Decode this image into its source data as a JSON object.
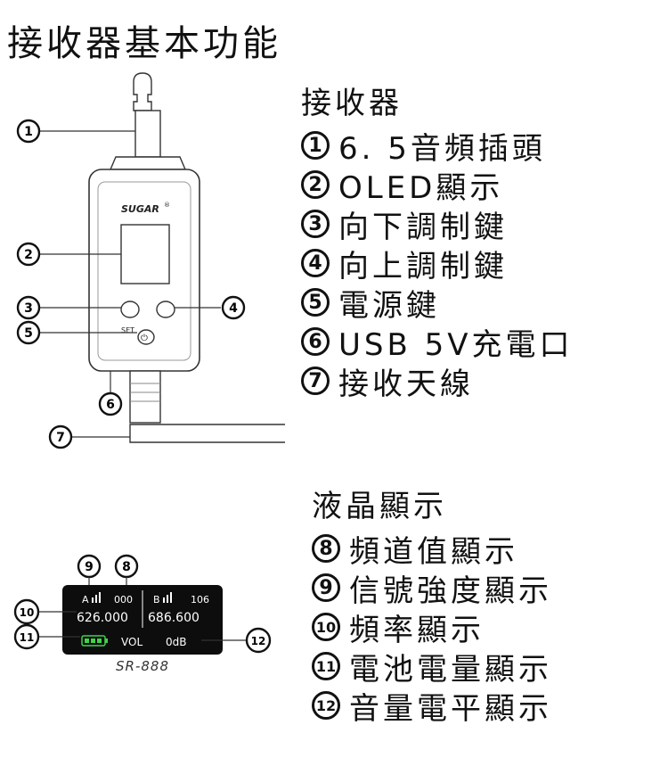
{
  "title": "接收器基本功能",
  "receiver": {
    "heading": "接收器",
    "items": [
      {
        "num": "1",
        "label": "6. 5音頻插頭"
      },
      {
        "num": "2",
        "label": "OLED顯示"
      },
      {
        "num": "3",
        "label": "向下調制鍵"
      },
      {
        "num": "4",
        "label": "向上調制鍵"
      },
      {
        "num": "5",
        "label": "電源鍵"
      },
      {
        "num": "6",
        "label": "USB 5V充電口"
      },
      {
        "num": "7",
        "label": "接收天線"
      }
    ]
  },
  "lcd": {
    "heading": "液晶顯示",
    "items": [
      {
        "num": "8",
        "label": "頻道值顯示"
      },
      {
        "num": "9",
        "label": "信號強度顯示"
      },
      {
        "num": "10",
        "label": "頻率顯示"
      },
      {
        "num": "11",
        "label": "電池電量顯示"
      },
      {
        "num": "12",
        "label": "音量電平顯示"
      }
    ]
  },
  "device": {
    "brand": "SUGAR",
    "brand_mark": "®",
    "set_label": "SET",
    "callouts": [
      "1",
      "2",
      "3",
      "4",
      "5",
      "6",
      "7"
    ]
  },
  "screen": {
    "ch_a_label": "A",
    "ch_a_value": "000",
    "ch_b_label": "B",
    "ch_b_value": "106",
    "freq_a": "626.000",
    "freq_b": "686.600",
    "vol_label": "VOL",
    "vol_value": "0dB",
    "model": "SR-888",
    "callouts": [
      "9",
      "8",
      "10",
      "11",
      "12"
    ]
  }
}
